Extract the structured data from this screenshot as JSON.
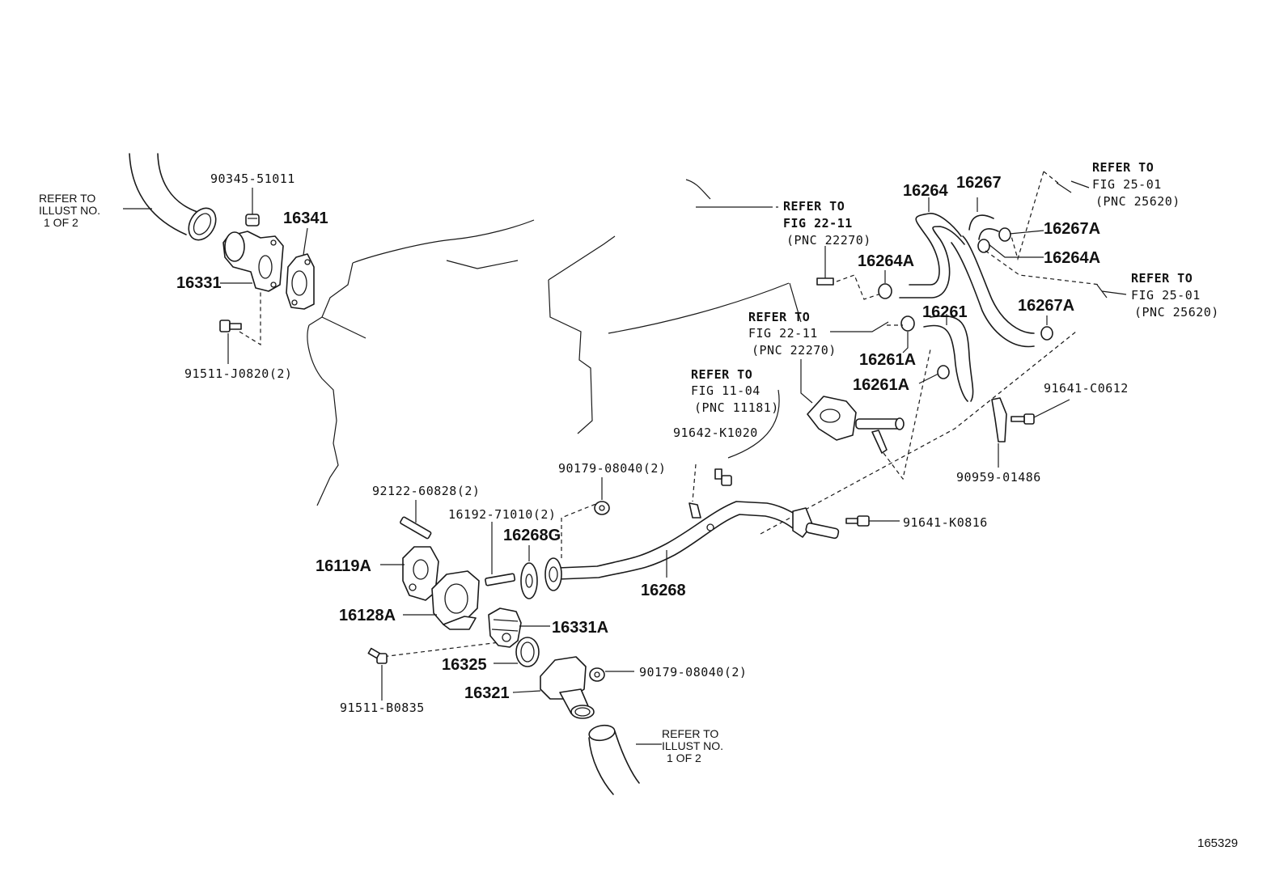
{
  "diagram_id": "165329",
  "labels": {
    "p90345_51011": "90345-51011",
    "refer_illust_top_1": "REFER TO",
    "refer_illust_top_2": "ILLUST NO.",
    "refer_illust_top_3": "1 OF 2",
    "p16341": "16341",
    "p16331": "16331",
    "p91511_j0820": "91511-J0820(2)",
    "refer_fig2211_a_1": "REFER TO",
    "refer_fig2211_a_2": "FIG 22-11",
    "refer_fig2211_a_3": "(PNC 22270)",
    "p16264": "16264",
    "p16267": "16267",
    "refer_fig2501_a_1": "REFER TO",
    "refer_fig2501_a_2": "FIG 25-01",
    "refer_fig2501_a_3": "(PNC 25620)",
    "p16267a_top": "16267A",
    "p16264a_right": "16264A",
    "p16264a_left": "16264A",
    "refer_fig2501_b_1": "REFER TO",
    "refer_fig2501_b_2": "FIG 25-01",
    "refer_fig2501_b_3": "(PNC 25620)",
    "refer_fig2211_b_1": "REFER TO",
    "refer_fig2211_b_2": "FIG 22-11",
    "refer_fig2211_b_3": "(PNC 22270)",
    "p16261": "16261",
    "p16267a_bottom": "16267A",
    "p16261a_1": "16261A",
    "p16261a_2": "16261A",
    "refer_fig1104_1": "REFER TO",
    "refer_fig1104_2": "FIG 11-04",
    "refer_fig1104_3": "(PNC 11181)",
    "p91641_c0612": "91641-C0612",
    "p91642_k1020": "91642-K1020",
    "p90959_01486": "90959-01486",
    "p90179_08040_top": "90179-08040(2)",
    "p92122_60828": "92122-60828(2)",
    "p16192_71010": "16192-71010(2)",
    "p16268g": "16268G",
    "p91641_k0816": "91641-K0816",
    "p16119a": "16119A",
    "p16268": "16268",
    "p16128a": "16128A",
    "p16331a": "16331A",
    "p16325": "16325",
    "p90179_08040_bottom": "90179-08040(2)",
    "p16321": "16321",
    "p91511_b0835": "91511-B0835",
    "refer_illust_bottom_1": "REFER TO",
    "refer_illust_bottom_2": "ILLUST NO.",
    "refer_illust_bottom_3": "1 OF 2"
  }
}
